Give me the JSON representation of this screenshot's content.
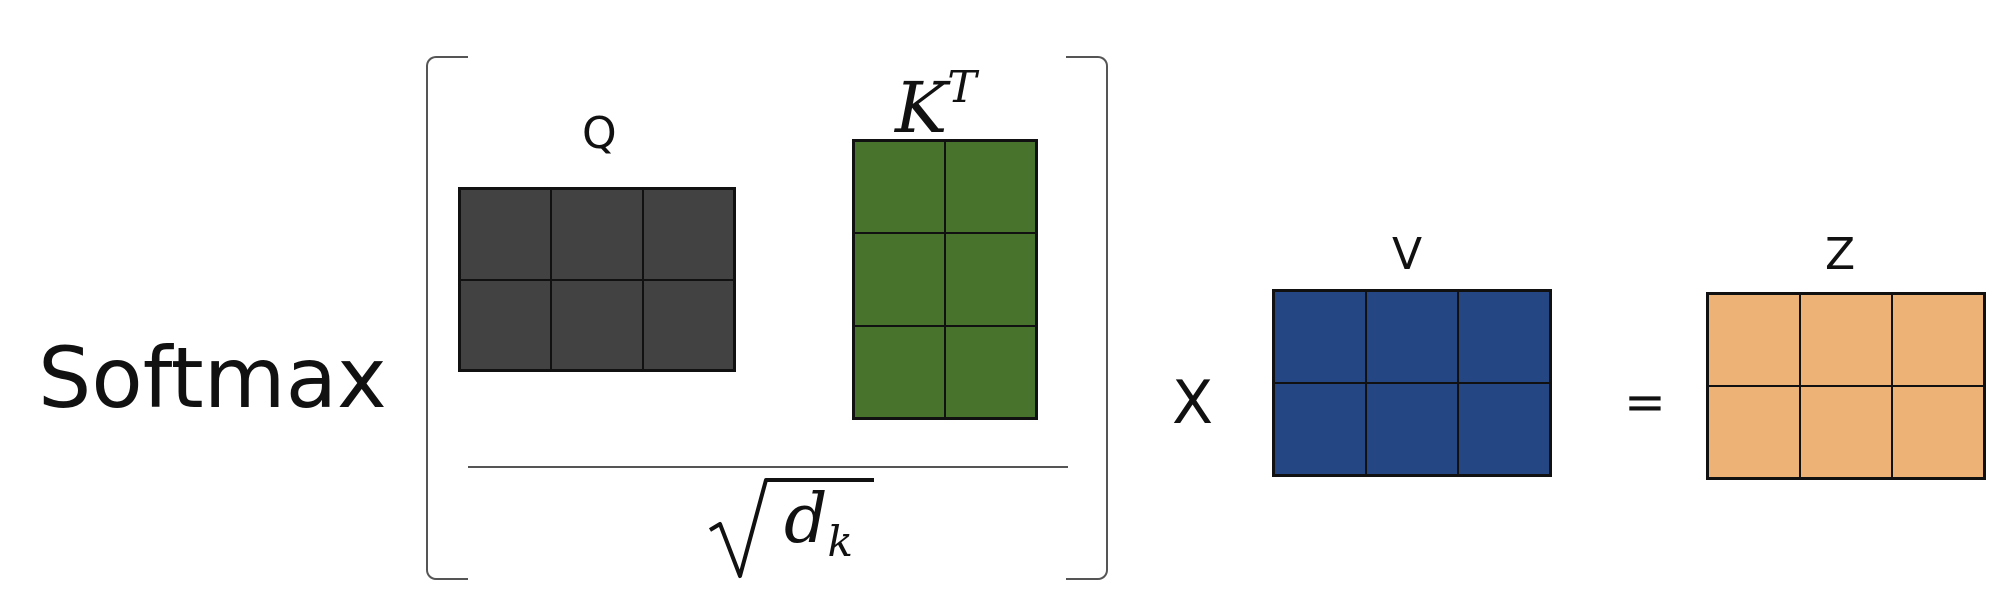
{
  "softmax_label": "Softmax",
  "q": {
    "label": "Q",
    "rows": 2,
    "cols": 3,
    "color": "#424242"
  },
  "k": {
    "label_base": "K",
    "label_sup": "T",
    "rows": 3,
    "cols": 2,
    "color": "#47732c"
  },
  "denominator": {
    "base": "d",
    "sub": "k"
  },
  "times_label": "X",
  "v": {
    "label": "V",
    "rows": 2,
    "cols": 3,
    "color": "#244682"
  },
  "equals_label": "=",
  "z": {
    "label": "Z",
    "rows": 2,
    "cols": 3,
    "color": "#edb276"
  }
}
